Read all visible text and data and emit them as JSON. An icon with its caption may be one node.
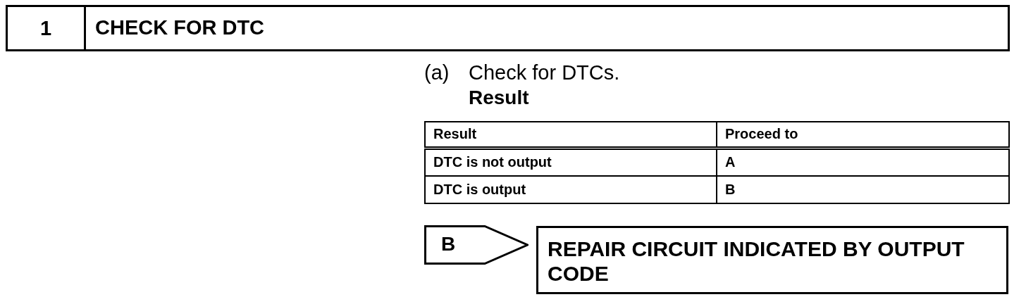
{
  "diagram": {
    "nodes": [
      {
        "text": [
          "1",
          "CHECK FOR DTC"
        ]
      },
      {
        "text": [
          "B"
        ]
      },
      {
        "text": [
          "REPAIR CIRCUIT INDICATED BY OUTPUT CODE"
        ]
      }
    ],
    "labels": [
      "(a)",
      "Check for DTCs.",
      "Result",
      "Result",
      "Proceed to",
      "DTC is not output",
      "A",
      "DTC is output",
      "B"
    ]
  }
}
